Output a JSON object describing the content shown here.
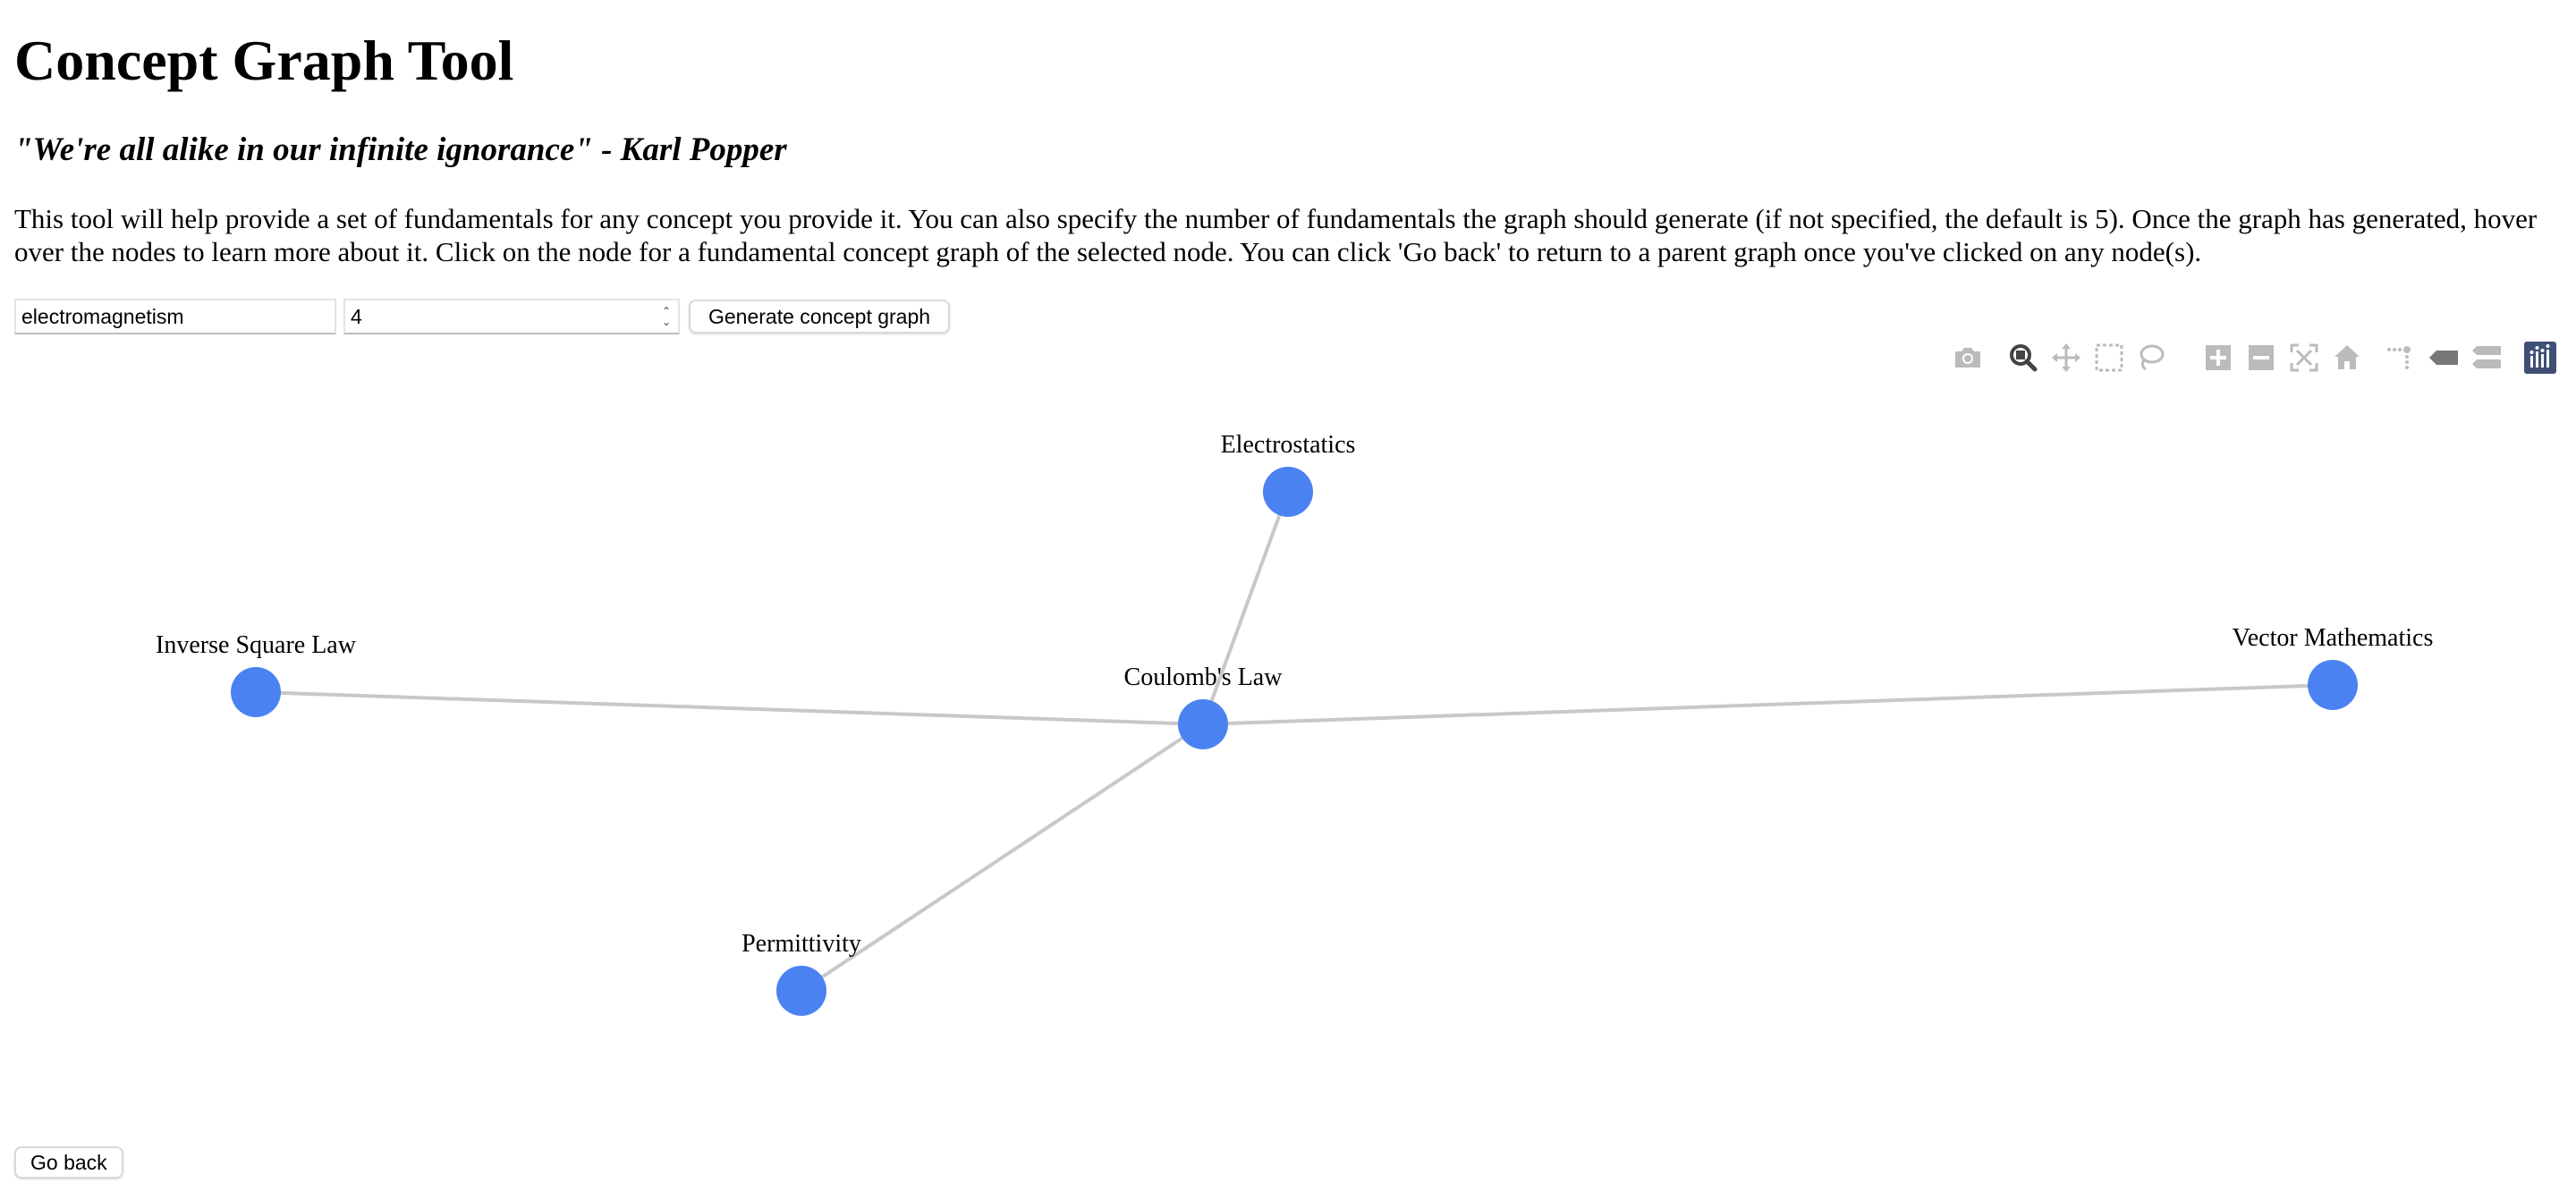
{
  "page": {
    "title": "Concept Graph Tool",
    "quote": "\"We're all alike in our infinite ignorance\" - Karl Popper",
    "description": "This tool will help provide a set of fundamentals for any concept you provide it. You can also specify the number of fundamentals the graph should generate (if not specified, the default is 5). Once the graph has generated, hover over the nodes to learn more about it. Click on the node for a fundamental concept graph of the selected node. You can click 'Go back' to return to a parent graph once you've clicked on any node(s)."
  },
  "controls": {
    "concept_value": "electromagnetism",
    "count_value": "4",
    "generate_label": "Generate concept graph"
  },
  "footer": {
    "back_label": "Go back"
  },
  "modebar": {
    "icons": [
      "camera-icon",
      "zoom-icon",
      "pan-icon",
      "box-select-icon",
      "lasso-select-icon",
      "zoom-in-icon",
      "zoom-out-icon",
      "autoscale-icon",
      "reset-axes-icon",
      "spike-lines-icon",
      "hover-closest-icon",
      "hover-compare-icon",
      "plotly-logo-icon"
    ],
    "active_color": "#444444",
    "inactive_color": "#bbbbbb",
    "logo_color": "#3f4f75"
  },
  "graph": {
    "node_color": "#4a82f2",
    "edge_color": "#c8c8c8",
    "nodes": [
      {
        "id": "coulomb",
        "label": "Coulomb's Law"
      },
      {
        "id": "electrostatics",
        "label": "Electrostatics"
      },
      {
        "id": "inverse",
        "label": "Inverse Square Law"
      },
      {
        "id": "vector",
        "label": "Vector Mathematics"
      },
      {
        "id": "permittivity",
        "label": "Permittivity"
      }
    ],
    "edges": [
      [
        "coulomb",
        "electrostatics"
      ],
      [
        "coulomb",
        "inverse"
      ],
      [
        "coulomb",
        "vector"
      ],
      [
        "coulomb",
        "permittivity"
      ]
    ]
  }
}
